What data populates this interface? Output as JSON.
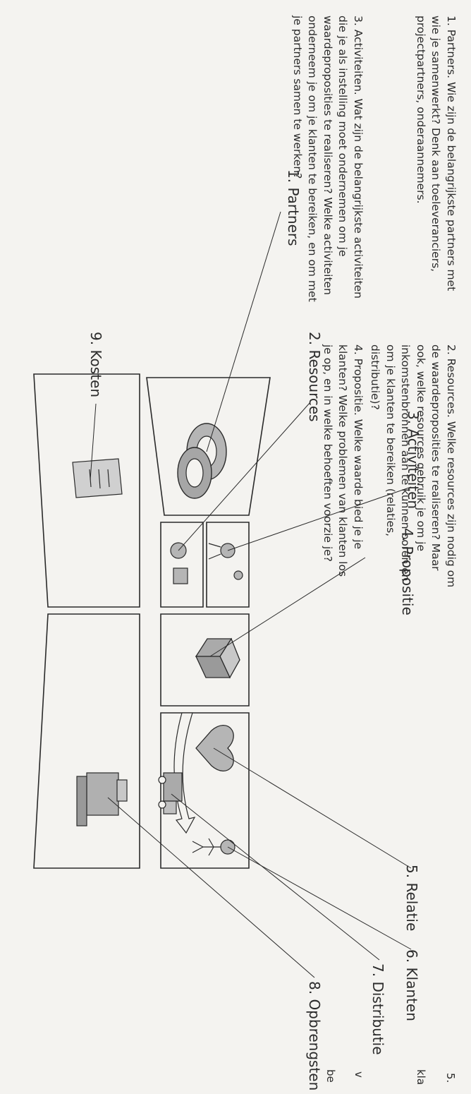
{
  "paragraphs": [
    "1. Partners. Wie zijn de belangrijkste partners met wie je samenwerkt? Denk aan toeleveranciers, projectpartners, onderaannemers.",
    "2. Resources. Welke resources zijn nodig om de waardeproposities te realiseren? Maar ook, welke resources gebruik je om je inkomstenbronnen aan te kunnen boren en om je klanten te bereiken (relaties, distributie)?",
    "3. Activiteiten. Wat zijn de belangrijkste activiteiten die je als instelling moet ondernemen om je waardeproposities te realiseren? Welke activiteiten onderneem je om je klanten te bereiken, en om met je partners samen te werken?",
    "4. Propositie. Welke waarde bied je je klanten? Welke problemen van klanten los je op, en in welke behoeften voorzie je?"
  ],
  "cut_off_text": {
    "heading": "5.",
    "word1": "kla",
    "word2": "v",
    "word3": "be"
  },
  "labels": {
    "partners": "1. Partners",
    "resources": "2. Resources",
    "activiteiten": "3. Activiteiten",
    "propositie": "4. Propositie",
    "relatie": "5. Relatie",
    "klanten": "6. Klanten",
    "distributie": "7. Distributie",
    "opbrengsten": "8. Opbrengsten",
    "kosten": "9. Kosten"
  },
  "colors": {
    "illustration_fill": "#b5b5b5",
    "illustration_dark": "#8e8e8e",
    "outline": "#2a2a2a"
  },
  "icons": [
    "rings-icon",
    "person-icon",
    "cube-icon",
    "heart-icon",
    "arrow-icon",
    "truck-icon",
    "cash-register-icon",
    "bill-icon"
  ]
}
